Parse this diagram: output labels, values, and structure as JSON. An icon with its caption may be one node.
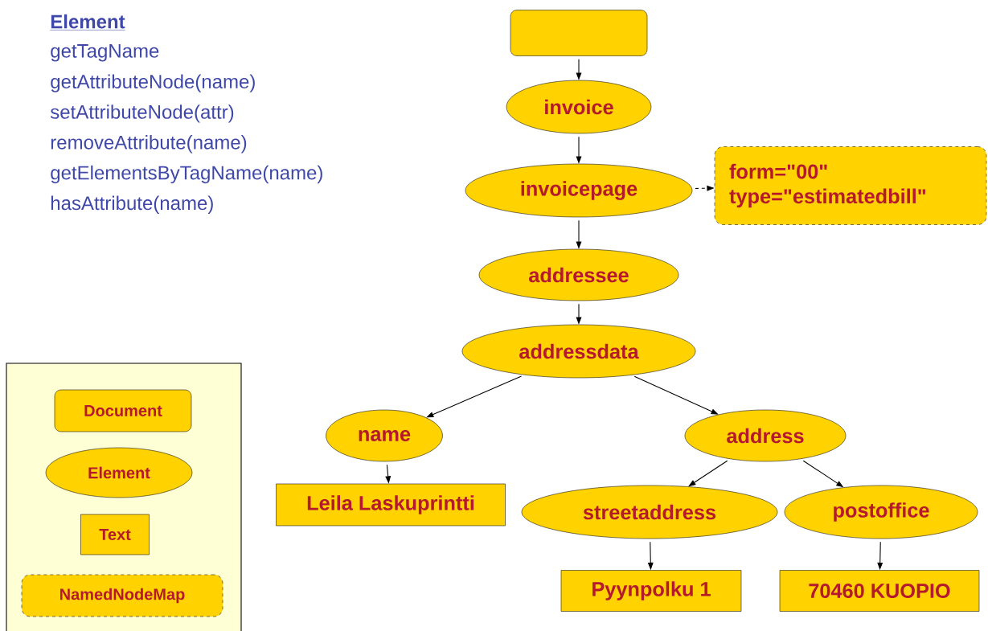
{
  "diagram": {
    "nodes": [
      {
        "text": [],
        "shape": "box"
      },
      {
        "text": [
          "invoice"
        ]
      },
      {
        "text": [
          "invoicepage"
        ]
      },
      {
        "text": [
          "form=\"00\"",
          "type=\"estimatedbill\""
        ]
      },
      {
        "text": [
          "addressee"
        ]
      },
      {
        "text": [
          "addressdata"
        ]
      },
      {
        "text": [
          "name"
        ]
      },
      {
        "text": [
          "address"
        ]
      },
      {
        "text": [
          "Leila Laskuprintti"
        ]
      },
      {
        "text": [
          "streetaddress"
        ]
      },
      {
        "text": [
          "postoffice"
        ]
      },
      {
        "text": [
          "Pyynpolku 1"
        ]
      },
      {
        "text": [
          "70460 KUOPIO"
        ]
      }
    ],
    "edges": [
      {
        "from": 0,
        "to": 1,
        "arrow": "to"
      },
      {
        "from": 1,
        "to": 2,
        "arrow": "to"
      },
      {
        "from": 2,
        "to": 3,
        "arrow": "to",
        "style": "dashed"
      },
      {
        "from": 2,
        "to": 4,
        "arrow": "to"
      },
      {
        "from": 4,
        "to": 5,
        "arrow": "to"
      },
      {
        "from": 5,
        "to": 6,
        "arrow": "to"
      },
      {
        "from": 5,
        "to": 7,
        "arrow": "to"
      },
      {
        "from": 6,
        "to": 8,
        "arrow": "to"
      },
      {
        "from": 7,
        "to": 9,
        "arrow": "to"
      },
      {
        "from": 7,
        "to": 10,
        "arrow": "to"
      },
      {
        "from": 9,
        "to": 11,
        "arrow": "to"
      },
      {
        "from": 10,
        "to": 12,
        "arrow": "to"
      }
    ],
    "labels": [
      "Element",
      "getTagName",
      "getAttributeNode(name)",
      "setAttributeNode(attr)",
      "removeAttribute(name)",
      "getElementsByTagName(name)",
      "hasAttribute(name)"
    ],
    "legend": [
      {
        "text": "Document"
      },
      {
        "text": "Element"
      },
      {
        "text": "Text"
      },
      {
        "text": "NamedNodeMap"
      }
    ]
  }
}
